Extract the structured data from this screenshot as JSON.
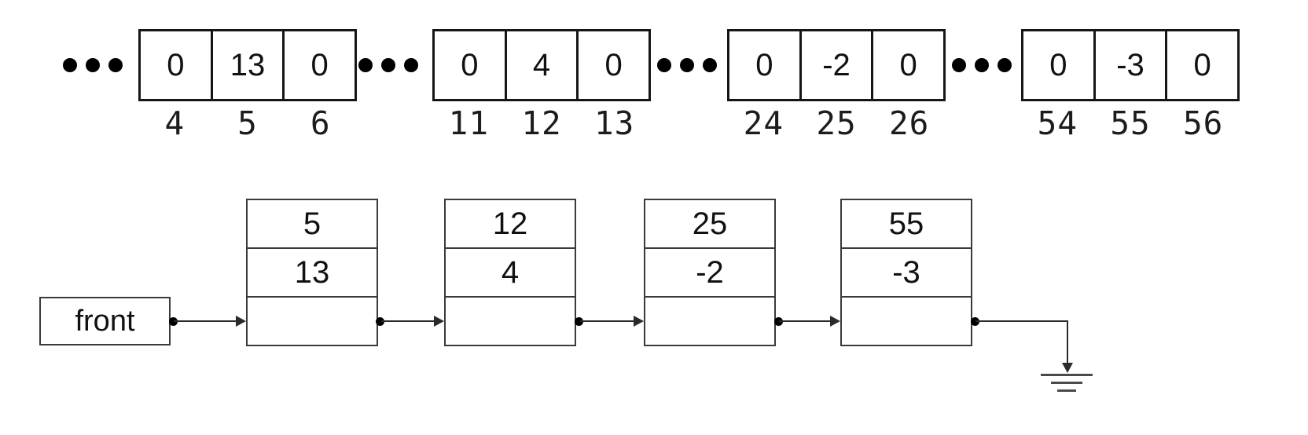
{
  "array_row": {
    "ellipsis": "...",
    "segments": [
      {
        "cells": [
          "0",
          "13",
          "0"
        ],
        "indices": [
          "4",
          "5",
          "6"
        ]
      },
      {
        "cells": [
          "0",
          "4",
          "0"
        ],
        "indices": [
          "11",
          "12",
          "13"
        ]
      },
      {
        "cells": [
          "0",
          "-2",
          "0"
        ],
        "indices": [
          "24",
          "25",
          "26"
        ]
      },
      {
        "cells": [
          "0",
          "-3",
          "0"
        ],
        "indices": [
          "54",
          "55",
          "56"
        ]
      }
    ]
  },
  "linked_list": {
    "front_label": "front",
    "nodes": [
      {
        "index": "5",
        "value": "13"
      },
      {
        "index": "12",
        "value": "4"
      },
      {
        "index": "25",
        "value": "-2"
      },
      {
        "index": "55",
        "value": "-3"
      }
    ]
  },
  "colors": {
    "background": "#ffffff",
    "line": "#2a2a2a",
    "box_border": "#161616",
    "text": "#111111"
  }
}
